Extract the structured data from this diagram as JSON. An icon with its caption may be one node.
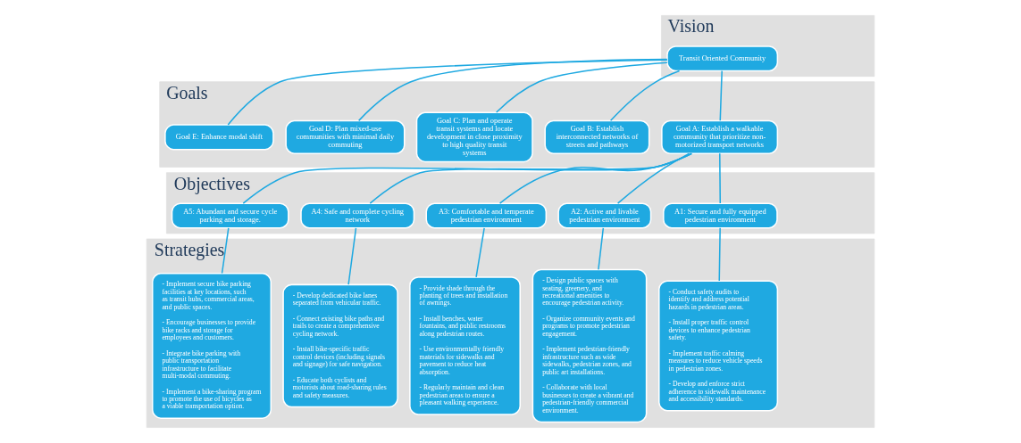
{
  "diagram": {
    "nodes": [
      {
        "text": [
          "Vision"
        ]
      },
      {
        "text": [
          "Transit Oriented Community"
        ],
        "in": 0
      },
      {
        "text": [
          "Goals"
        ]
      },
      {
        "text": [
          "Goal A: Establish a walkable community that prioritize non-motorized transport networks"
        ],
        "in": 2
      },
      {
        "text": [
          "Goal B: Establish interconnected networks of streets and pathways"
        ],
        "in": 2
      },
      {
        "text": [
          "Goal C: Plan and operate transit systems and locate development in close proximity to high quality transit systems"
        ],
        "in": 2
      },
      {
        "text": [
          "Goal D: Plan mixed-use communities with minimal daily commuting"
        ],
        "in": 2
      },
      {
        "text": [
          "Goal E: Enhance modal shift"
        ],
        "in": 2
      },
      {
        "text": [
          "Objectives"
        ]
      },
      {
        "text": [
          "A1: Secure and fully equipped pedestrian environment"
        ],
        "in": 8
      },
      {
        "text": [
          "A2: Active and livable pedestrian environment"
        ],
        "in": 8
      },
      {
        "text": [
          "A3: Comfortable and temperate pedestrian environment"
        ],
        "in": 8
      },
      {
        "text": [
          "A4: Safe and complete cycling network"
        ],
        "in": 8
      },
      {
        "text": [
          "A5: Abundant and secure cycle parking and storage."
        ],
        "in": 8
      },
      {
        "text": [
          "Strategies"
        ]
      },
      {
        "text": [
          "- Conduct safety audits to identify and address potential hazards in pedestrian areas.",
          "- Install proper traffic control devices to enhance pedestrian safety.",
          "- Implement traffic calming measures to reduce vehicle speeds in pedestrian zones.",
          "- Develop and enforce strict adherence to sidewalk maintenance and accessibility standards."
        ],
        "in": 14
      },
      {
        "text": [
          "- Design public spaces with seating, greenery, and recreational amenities to encourage pedestrian activity.",
          "- Organize community events and programs to promote pedestrian engagement.",
          "- Implement pedestrian-friendly infrastructure such as wide sidewalks, pedestrian zones, and public art installations.",
          "- Collaborate with local businesses to create a vibrant and pedestrian-friendly commercial environment."
        ],
        "in": 14
      },
      {
        "text": [
          "- Provide shade through the planting of trees and installation of awnings.",
          "- Install benches, water fountains, and public restrooms along pedestrian routes.",
          "- Use environmentally friendly materials for sidewalks and pavement to reduce heat absorption.",
          "- Regularly maintain and clean pedestrian areas to ensure a pleasant walking experience."
        ],
        "in": 14
      },
      {
        "text": [
          "- Develop dedicated bike lanes separated from vehicular traffic.",
          "- Connect existing bike paths and trails to create a comprehensive cycling network.",
          "- Install bike-specific traffic control devices (including signals and signage) for safe navigation.",
          "- Educate both cyclists and motorists about road-sharing rules and safety measures."
        ],
        "in": 14
      },
      {
        "text": [
          "- Implement secure bike parking facilities at key locations, such as transit hubs, commercial areas, and public spaces.",
          "- Encourage businesses to provide bike racks and storage for employees and customers.",
          "- Integrate bike parking with public transportation infrastructure to facilitate multi-modal commuting.",
          "- Implement a bike-sharing program to promote the use of bicycles as a viable transportation option."
        ],
        "in": 14
      }
    ],
    "edges": [
      {
        "from": 1,
        "to": 3,
        "arrow": "none"
      },
      {
        "from": 1,
        "to": 4,
        "arrow": "none"
      },
      {
        "from": 1,
        "to": 5,
        "arrow": "none"
      },
      {
        "from": 1,
        "to": 6,
        "arrow": "none"
      },
      {
        "from": 1,
        "to": 7,
        "arrow": "none"
      },
      {
        "from": 3,
        "to": 9,
        "arrow": "none"
      },
      {
        "from": 3,
        "to": 10,
        "arrow": "none"
      },
      {
        "from": 3,
        "to": 11,
        "arrow": "none"
      },
      {
        "from": 3,
        "to": 12,
        "arrow": "none"
      },
      {
        "from": 3,
        "to": 13,
        "arrow": "none"
      },
      {
        "from": 9,
        "to": 15,
        "arrow": "none"
      },
      {
        "from": 10,
        "to": 16,
        "arrow": "none"
      },
      {
        "from": 11,
        "to": 17,
        "arrow": "none"
      },
      {
        "from": 12,
        "to": 18,
        "arrow": "none"
      },
      {
        "from": 13,
        "to": 19,
        "arrow": "none"
      }
    ]
  }
}
